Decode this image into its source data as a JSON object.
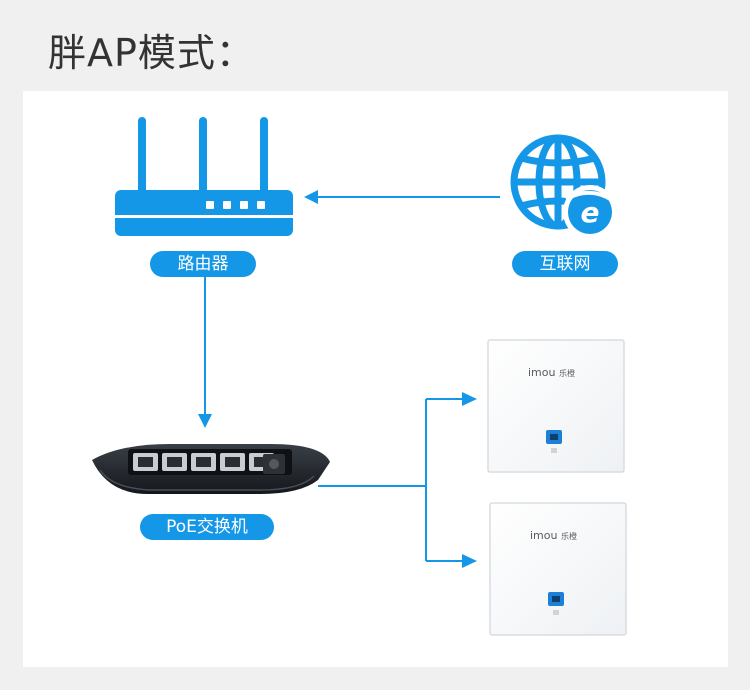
{
  "header": {
    "title": "胖AP模式："
  },
  "labels": {
    "router": "路由器",
    "internet": "互联网",
    "switch": "PoE交换机"
  },
  "panels": [
    {
      "brand": "imou",
      "brand_cn": "乐橙"
    },
    {
      "brand": "imou",
      "brand_cn": "乐橙"
    }
  ],
  "colors": {
    "accent": "#1597e8",
    "switch_body": "#1b1e23",
    "background": "#f0f0f0"
  },
  "icons": [
    "router-icon",
    "globe-icon",
    "ie-logo-icon",
    "poe-switch-device",
    "ethernet-port-icon"
  ]
}
